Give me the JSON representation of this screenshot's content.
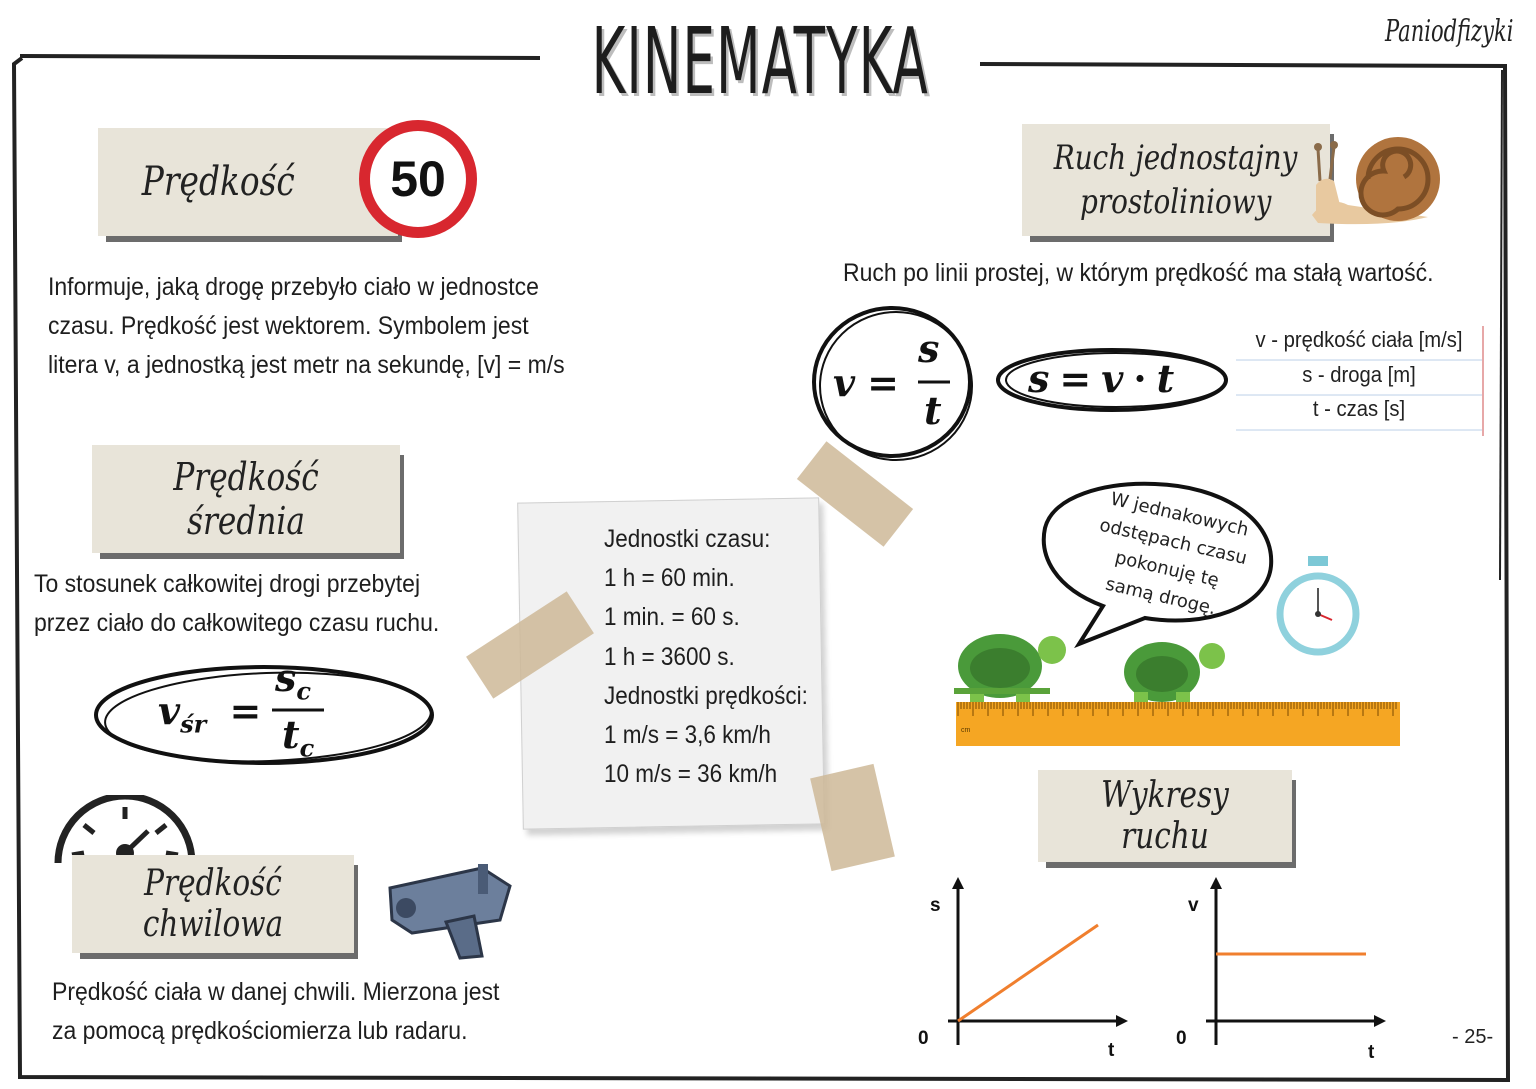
{
  "header": {
    "title": "KINEMATYKA",
    "brand": "Paniodfizyki",
    "page_number": "- 25-"
  },
  "predkosc": {
    "heading": "Prędkość",
    "sign_value": "50",
    "text_lines": [
      "Informuje, jaką drogę przebyło ciało w jednostce",
      "czasu. Prędkość jest wektorem. Symbolem jest",
      "litera v, a jednostką jest metr na sekundę, [v] = m/s"
    ]
  },
  "srednia": {
    "heading": "Prędkość średnia",
    "text_lines": [
      "To stosunek całkowitej drogi przebytej",
      "przez ciało do całkowitego czasu ruchu."
    ],
    "formula": {
      "lhs": "v",
      "lhs_sub": "śr",
      "num": "s",
      "num_sub": "c",
      "den": "t",
      "den_sub": "c"
    }
  },
  "chwilowa": {
    "heading": "Prędkość chwilowa",
    "text_lines": [
      "Prędkość ciała w danej chwili. Mierzona jest",
      "za pomocą prędkościomierza lub radaru."
    ]
  },
  "jednostki": {
    "lines": [
      "Jednostki czasu:",
      "1 h = 60 min.",
      "1 min. = 60 s.",
      "1 h = 3600 s.",
      "Jednostki prędkości:",
      "1 m/s = 3,6 km/h",
      "10 m/s = 36 km/h"
    ]
  },
  "ruch": {
    "heading_line1": "Ruch jednostajny",
    "heading_line2": "prostoliniowy",
    "description": "Ruch po linii prostej, w którym prędkość ma stałą wartość.",
    "formula1": {
      "lhs": "v",
      "num": "s",
      "den": "t"
    },
    "formula2": {
      "lhs": "s",
      "a": "v",
      "b": "t"
    },
    "legend": [
      "v - prędkość ciała [m/s]",
      "s - droga [m]",
      "t - czas [s]"
    ],
    "bubble": [
      "W jednakowych",
      "odstępach czasu",
      "pokonuję tę",
      "samą drogę."
    ],
    "ruler_unit": "cm"
  },
  "wykresy": {
    "heading": "Wykresy ruchu",
    "chart_s": {
      "ylabel": "s",
      "xlabel": "t",
      "origin": "0"
    },
    "chart_v": {
      "ylabel": "v",
      "xlabel": "t",
      "origin": "0"
    },
    "line_color": "#f07f2e"
  },
  "colors": {
    "sign_red": "#d8272f",
    "banner": "#e8e4d9",
    "ruler": "#f5a623",
    "turtle": "#4a9a3a",
    "snail_shell": "#b0743e"
  }
}
